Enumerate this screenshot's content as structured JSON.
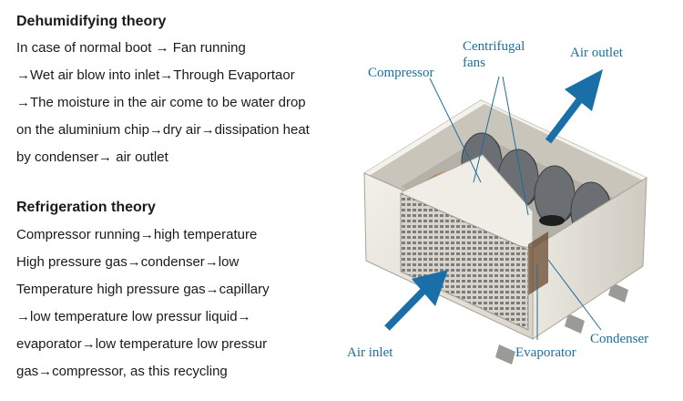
{
  "dehumidifying": {
    "title": "Dehumidifying theory",
    "lines": [
      "In case of normal boot → Fan running",
      "→Wet air blow into inlet→Through Evaportaor",
      "→The moisture in the air come to be water drop",
      "on the aluminium chip→dry air→dissipation heat",
      "by condenser→ air outlet"
    ]
  },
  "refrigeration": {
    "title": "Refrigeration theory",
    "lines": [
      "Compressor running→high temperature",
      "High pressure gas→condenser→low",
      "Temperature high pressure gas→capillary",
      "→low temperature low pressur liquid→",
      "evaporator→low temperature low pressur",
      "gas→compressor, as this recycling"
    ]
  },
  "diagram": {
    "labels": {
      "centrifugal_line1": "Centrifugal",
      "centrifugal_line2": "fans",
      "compressor": "Compressor",
      "air_outlet": "Air outlet",
      "air_inlet": "Air inlet",
      "evaporator": "Evaporator",
      "condenser": "Condenser"
    },
    "colors": {
      "arrow": "#1b6fa8",
      "label_text": "#1d6e9a",
      "housing": "#e9e6de",
      "fan": "#5d6166"
    }
  }
}
